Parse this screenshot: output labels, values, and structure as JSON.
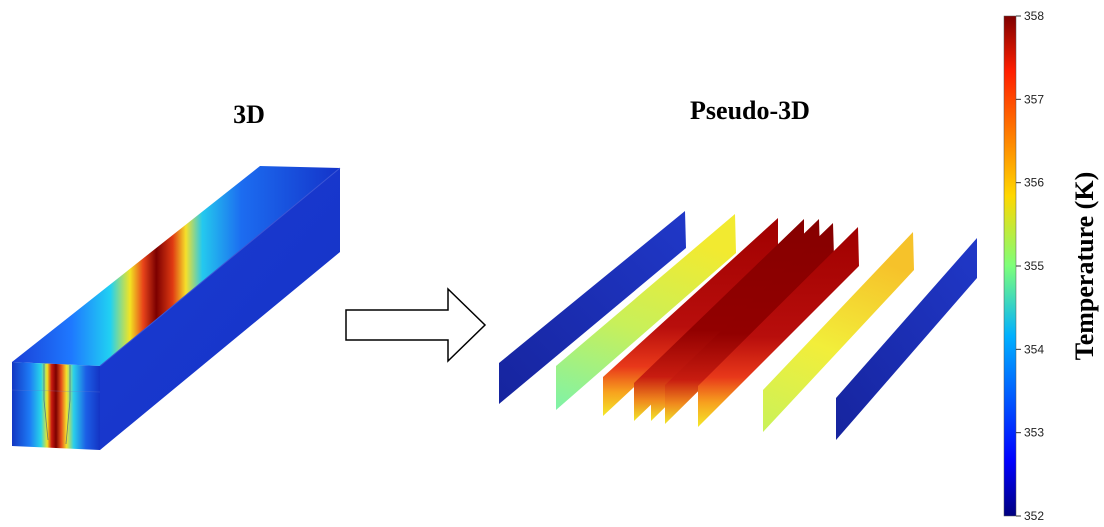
{
  "titles": {
    "left": "3D",
    "right": "Pseudo-3D"
  },
  "colorbar": {
    "label": "Temperature (K)",
    "min": 352,
    "max": 358,
    "ticks": [
      "352",
      "353",
      "354",
      "355",
      "356",
      "357",
      "358"
    ],
    "colormap": "jet"
  },
  "slices": [
    {
      "temperature_K": 352.3
    },
    {
      "temperature_K": 354.8
    },
    {
      "temperature_K": 357.7
    },
    {
      "temperature_K": 357.8
    },
    {
      "temperature_K": 357.8
    },
    {
      "temperature_K": 357.7
    },
    {
      "temperature_K": 355.3
    },
    {
      "temperature_K": 352.3
    }
  ],
  "arrow": "right-arrow-icon"
}
